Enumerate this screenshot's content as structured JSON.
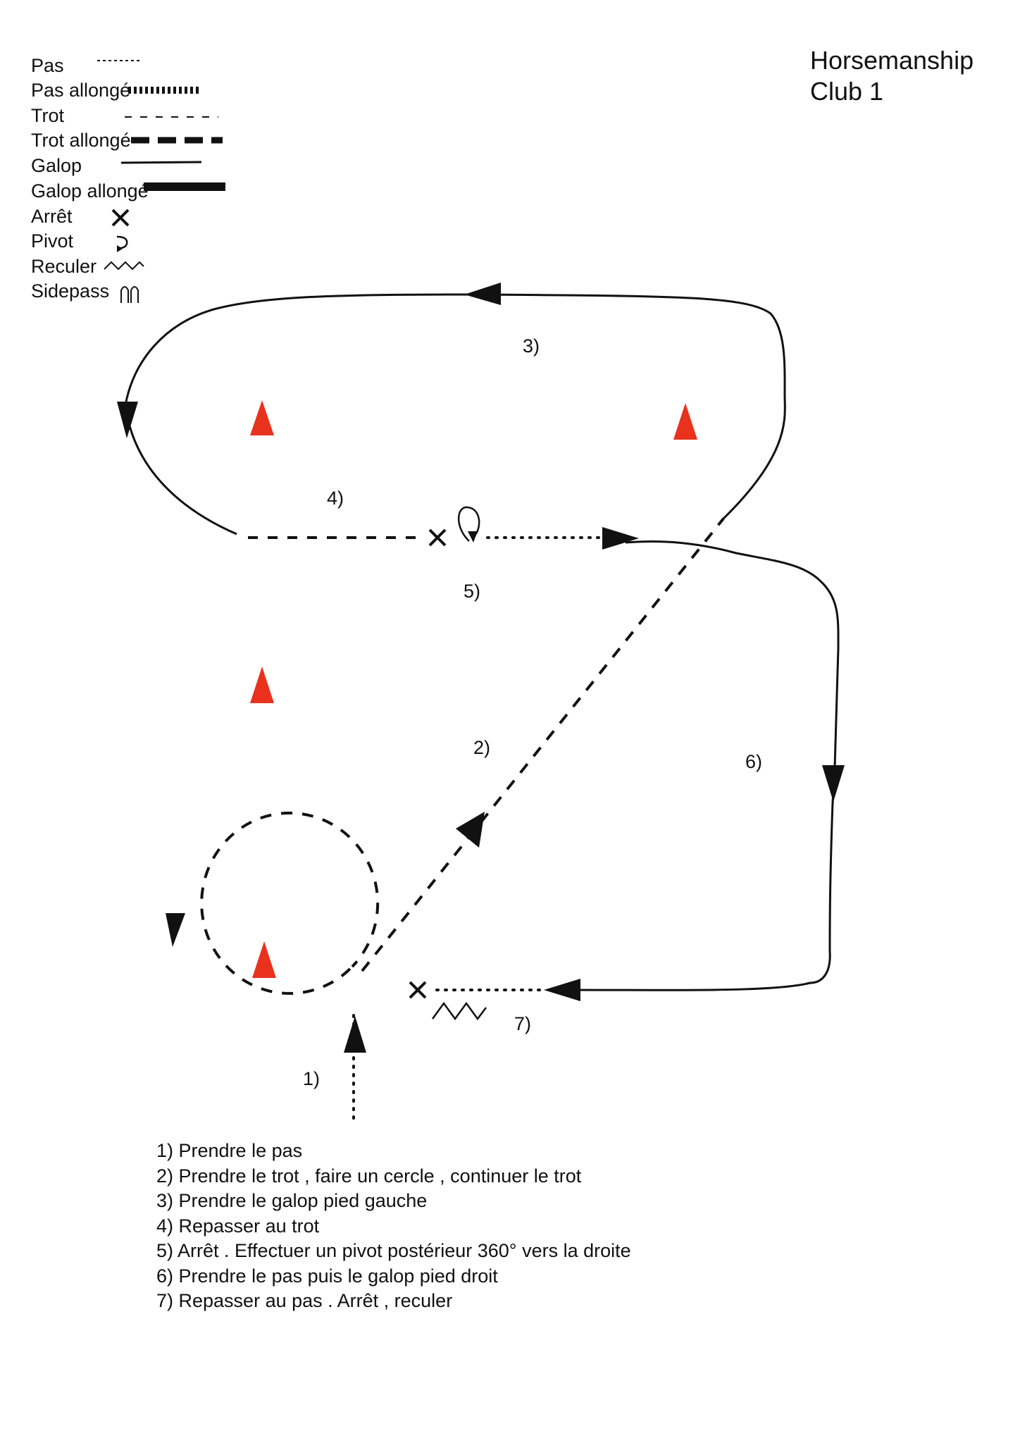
{
  "title": {
    "line1": "Horsemanship",
    "line2": "Club 1"
  },
  "legend": [
    {
      "label": "Pas",
      "style": "pas"
    },
    {
      "label": "Pas allongé",
      "style": "pas-allonge"
    },
    {
      "label": "Trot",
      "style": "trot"
    },
    {
      "label": "Trot allongé",
      "style": "trot-allonge"
    },
    {
      "label": "Galop",
      "style": "galop"
    },
    {
      "label": "Galop allongé",
      "style": "galop-allonge"
    },
    {
      "label": "Arrêt",
      "style": "arret"
    },
    {
      "label": "Pivot",
      "style": "pivot"
    },
    {
      "label": "Reculer",
      "style": "reculer"
    },
    {
      "label": "Sidepass",
      "style": "sidepass"
    }
  ],
  "step_markers": [
    "1)",
    "2)",
    "3)",
    "4)",
    "5)",
    "6)",
    "7)"
  ],
  "instructions": [
    "1) Prendre le pas",
    "2) Prendre le trot , faire un cercle , continuer le trot",
    "3) Prendre le galop pied gauche",
    "4) Repasser au trot",
    "5) Arrêt . Effectuer un pivot postérieur 360° vers la droite",
    "6) Prendre le pas puis le galop pied droit",
    "7) Repasser au pas . Arrêt , reculer"
  ],
  "colors": {
    "cone": "#e8321e",
    "line": "#111111"
  }
}
